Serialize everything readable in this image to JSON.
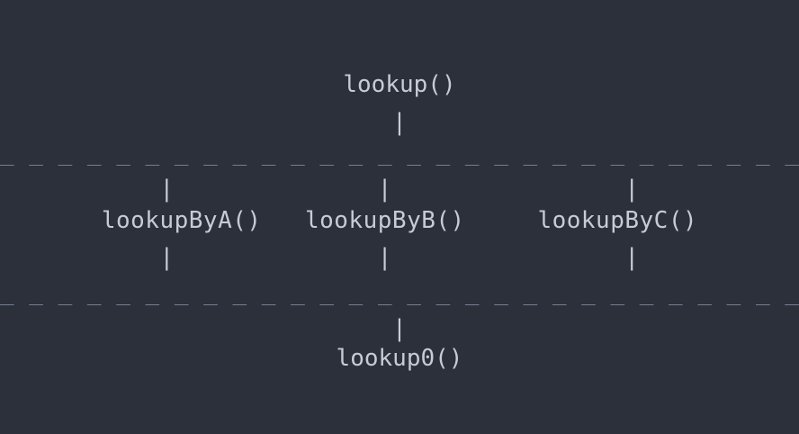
{
  "diagram": {
    "kind": "ascii-art-call-hierarchy",
    "background_color": "#2b303b",
    "text_color": "#c6ccd7",
    "rule_color": "#767e8e",
    "font": "monospace",
    "title": "lookup()",
    "rows": {
      "top_label": "lookup()",
      "top_connector": "|",
      "divider_top": "_ _ _ _ _ _ _ _ _ _ _ _ _ _ _ _ _ _ _ _ _ _ _ _ _ _ _ _ _ _ _ _ _ _ _ _ _ _ _",
      "branch_connectors_upper": "|              |                |",
      "branch_labels": "lookupByA()   lookupByB()     lookupByC()",
      "branch_connectors_lower": "|              |                |",
      "divider_bottom": "_ _ _ _ _ _ _ _ _ _ _ _ _ _ _ _ _ _ _ _ _ _ _ _ _ _ _ _ _ _ _ _ _ _ _ _ _ _ _",
      "bottom_connector": "|",
      "bottom_label": "lookup0()"
    },
    "nodes": {
      "entry": "lookup()",
      "branches": [
        "lookupByA()",
        "lookupByB()",
        "lookupByC()"
      ],
      "terminal": "lookup0()"
    }
  }
}
